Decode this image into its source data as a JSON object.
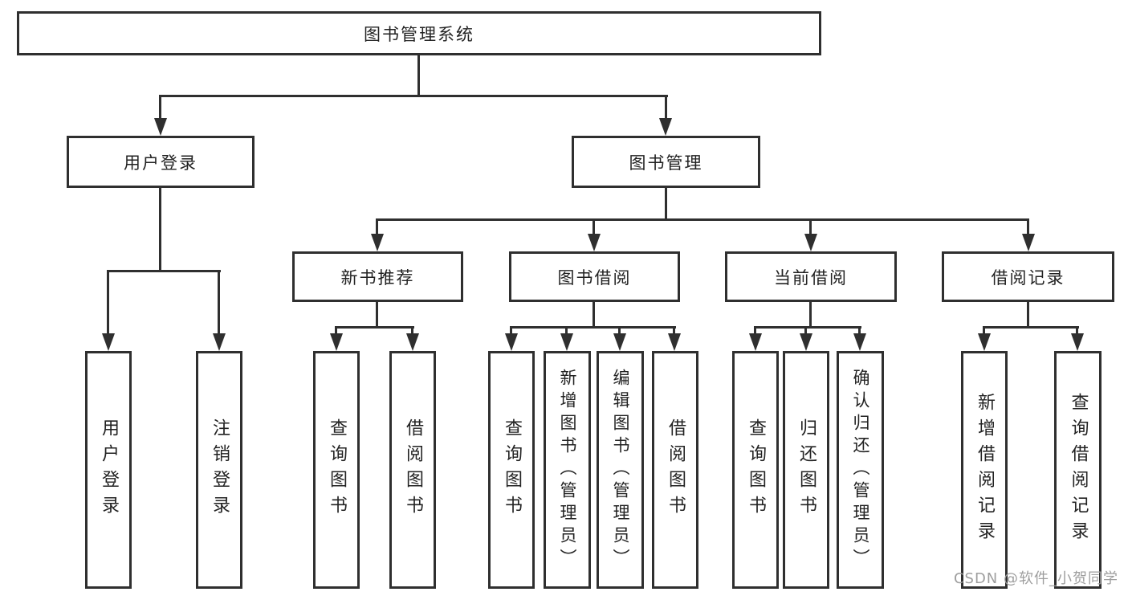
{
  "diagram": {
    "root": {
      "label": "图书管理系统"
    },
    "branches": [
      {
        "label": "用户登录",
        "children": [
          {
            "label": "用户登录"
          },
          {
            "label": "注销登录"
          }
        ]
      },
      {
        "label": "图书管理",
        "children": [
          {
            "label": "新书推荐",
            "children": [
              {
                "label": "查询图书"
              },
              {
                "label": "借阅图书"
              }
            ]
          },
          {
            "label": "图书借阅",
            "children": [
              {
                "label": "查询图书"
              },
              {
                "label": "新增图书（管理员）"
              },
              {
                "label": "编辑图书（管理员）"
              },
              {
                "label": "借阅图书"
              }
            ]
          },
          {
            "label": "当前借阅",
            "children": [
              {
                "label": "查询图书"
              },
              {
                "label": "归还图书"
              },
              {
                "label": "确认归还（管理员）"
              }
            ]
          },
          {
            "label": "借阅记录",
            "children": [
              {
                "label": "新增借阅记录"
              },
              {
                "label": "查询借阅记录"
              }
            ]
          }
        ]
      }
    ]
  },
  "watermark": {
    "text": "CSDN @软件_小贺同学"
  },
  "colors": {
    "line": "#2f2f2f",
    "text": "#222222",
    "watermark": "#9e9e9e",
    "background": "#ffffff"
  }
}
